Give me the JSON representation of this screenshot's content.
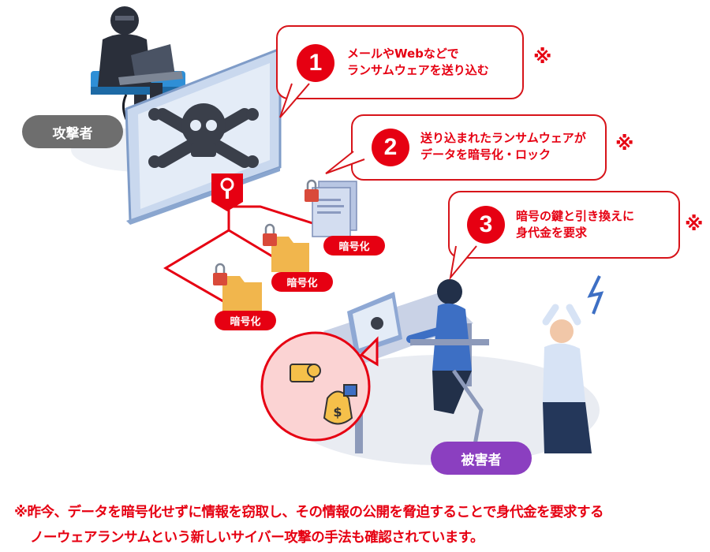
{
  "steps": [
    {
      "number": "1",
      "line1": "メールやWebなどで",
      "line2": "ランサムウェアを送り込む",
      "mark": "※"
    },
    {
      "number": "2",
      "line1": "送り込まれたランサムウェアが",
      "line2": "データを暗号化・ロック",
      "mark": "※"
    },
    {
      "number": "3",
      "line1": "暗号の鍵と引き換えに",
      "line2": "身代金を要求",
      "mark": "※"
    }
  ],
  "labels": {
    "attacker": "攻撃者",
    "victim": "被害者",
    "encrypted": [
      "暗号化",
      "暗号化",
      "暗号化"
    ]
  },
  "footnote": {
    "line1": "※昨今、データを暗号化せずに情報を窃取し、その情報の公開を脅迫することで身代金を要求する",
    "line2": "ノーウェアランサムという新しいサイバー攻撃の手法も確認されています。"
  },
  "colors": {
    "accent_red": "#e60012",
    "attacker_pill": "#6e6e6e",
    "victim_pill": "#8b3fc0",
    "monitor_blue": "#9fb8dc"
  }
}
